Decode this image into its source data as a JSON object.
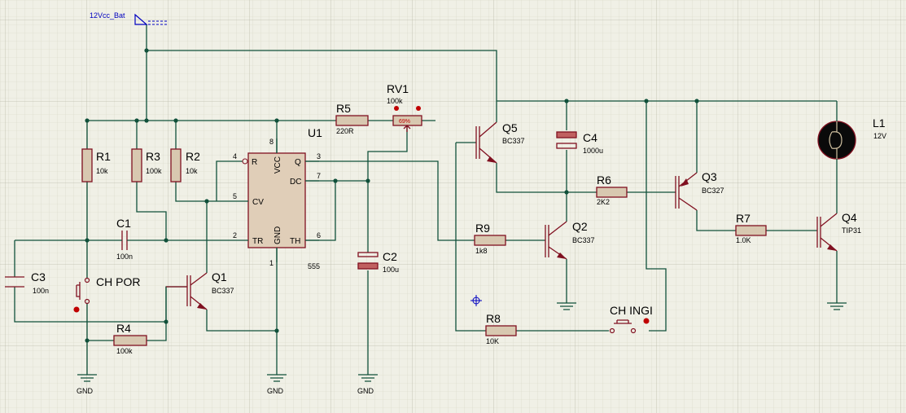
{
  "colors": {
    "background": "#f0f0e6",
    "grid": "#c8c8b4",
    "wire": "#10503a",
    "component": "#801020",
    "fill": "#d8c8b0",
    "accent": "#c00000",
    "power": "#0000c0"
  },
  "power": {
    "label": "12Vcc_Bat"
  },
  "grounds": {
    "label": "GND"
  },
  "components": {
    "R1": {
      "ref": "R1",
      "value": "10k"
    },
    "R2": {
      "ref": "R2",
      "value": "10k"
    },
    "R3": {
      "ref": "R3",
      "value": "100k"
    },
    "R4": {
      "ref": "R4",
      "value": "100k"
    },
    "R5": {
      "ref": "R5",
      "value": "220R"
    },
    "R6": {
      "ref": "R6",
      "value": "2K2"
    },
    "R7": {
      "ref": "R7",
      "value": "1.0K"
    },
    "R8": {
      "ref": "R8",
      "value": "10K"
    },
    "R9": {
      "ref": "R9",
      "value": "1k8"
    },
    "RV1": {
      "ref": "RV1",
      "value": "100k",
      "position": "69%"
    },
    "C1": {
      "ref": "C1",
      "value": "100n"
    },
    "C2": {
      "ref": "C2",
      "value": "100u"
    },
    "C3": {
      "ref": "C3",
      "value": "100n"
    },
    "C4": {
      "ref": "C4",
      "value": "1000u"
    },
    "Q1": {
      "ref": "Q1",
      "value": "BC337"
    },
    "Q2": {
      "ref": "Q2",
      "value": "BC337"
    },
    "Q3": {
      "ref": "Q3",
      "value": "BC327"
    },
    "Q4": {
      "ref": "Q4",
      "value": "TIP31"
    },
    "Q5": {
      "ref": "Q5",
      "value": "BC337"
    },
    "L1": {
      "ref": "L1",
      "value": "12V"
    },
    "U1": {
      "ref": "U1",
      "value": "555",
      "pins": {
        "R": "R",
        "VCC": "VCC",
        "Q": "Q",
        "DC": "DC",
        "CV": "CV",
        "TR": "TR",
        "GND": "GND",
        "TH": "TH"
      },
      "pin_numbers": {
        "p1": "1",
        "p2": "2",
        "p3": "3",
        "p4": "4",
        "p5": "5",
        "p6": "6",
        "p7": "7",
        "p8": "8"
      }
    },
    "SW1": {
      "ref": "CH POR"
    },
    "SW2": {
      "ref": "CH INGI"
    }
  }
}
